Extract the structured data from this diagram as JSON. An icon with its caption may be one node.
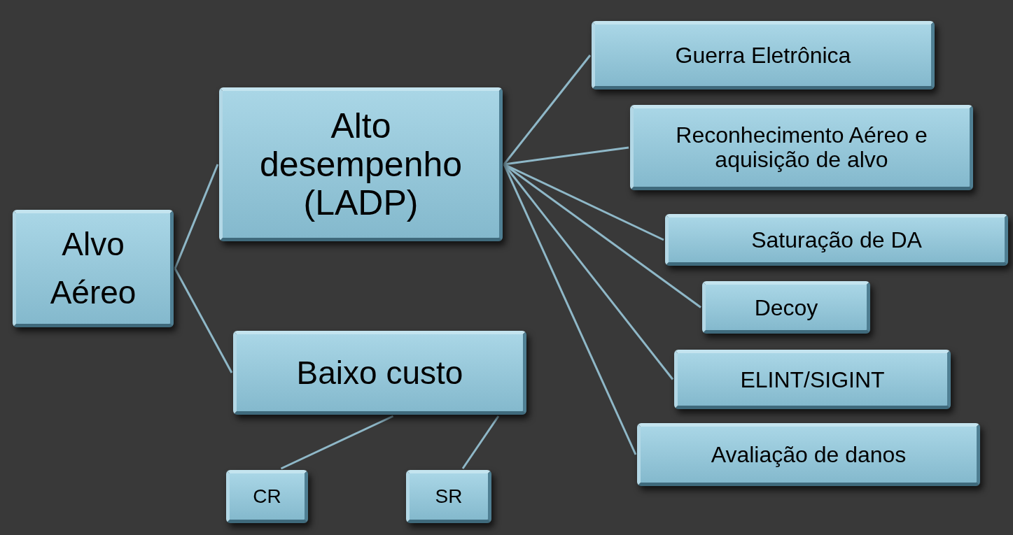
{
  "diagram": {
    "nodes": [
      {
        "text": [
          "Alvo Aéreo"
        ]
      },
      {
        "text": [
          "Alto desempenho (LADP)"
        ]
      },
      {
        "text": [
          "Baixo custo"
        ]
      },
      {
        "text": [
          "CR"
        ]
      },
      {
        "text": [
          "SR"
        ]
      },
      {
        "text": [
          "Guerra Eletrônica"
        ]
      },
      {
        "text": [
          "Reconhecimento Aéreo e aquisição de alvo"
        ]
      },
      {
        "text": [
          "Saturação de DA"
        ]
      },
      {
        "text": [
          "Decoy"
        ]
      },
      {
        "text": [
          "ELINT/SIGINT"
        ]
      },
      {
        "text": [
          "Avaliação de danos"
        ]
      }
    ],
    "edges": [
      {
        "from": 0,
        "to": 1,
        "arrow": "none"
      },
      {
        "from": 0,
        "to": 2,
        "arrow": "none"
      },
      {
        "from": 2,
        "to": 3,
        "arrow": "none"
      },
      {
        "from": 2,
        "to": 4,
        "arrow": "none"
      },
      {
        "from": 1,
        "to": 5,
        "arrow": "none"
      },
      {
        "from": 1,
        "to": 6,
        "arrow": "none"
      },
      {
        "from": 1,
        "to": 7,
        "arrow": "none"
      },
      {
        "from": 1,
        "to": 8,
        "arrow": "none"
      },
      {
        "from": 1,
        "to": 9,
        "arrow": "none"
      },
      {
        "from": 1,
        "to": 10,
        "arrow": "none"
      }
    ]
  }
}
